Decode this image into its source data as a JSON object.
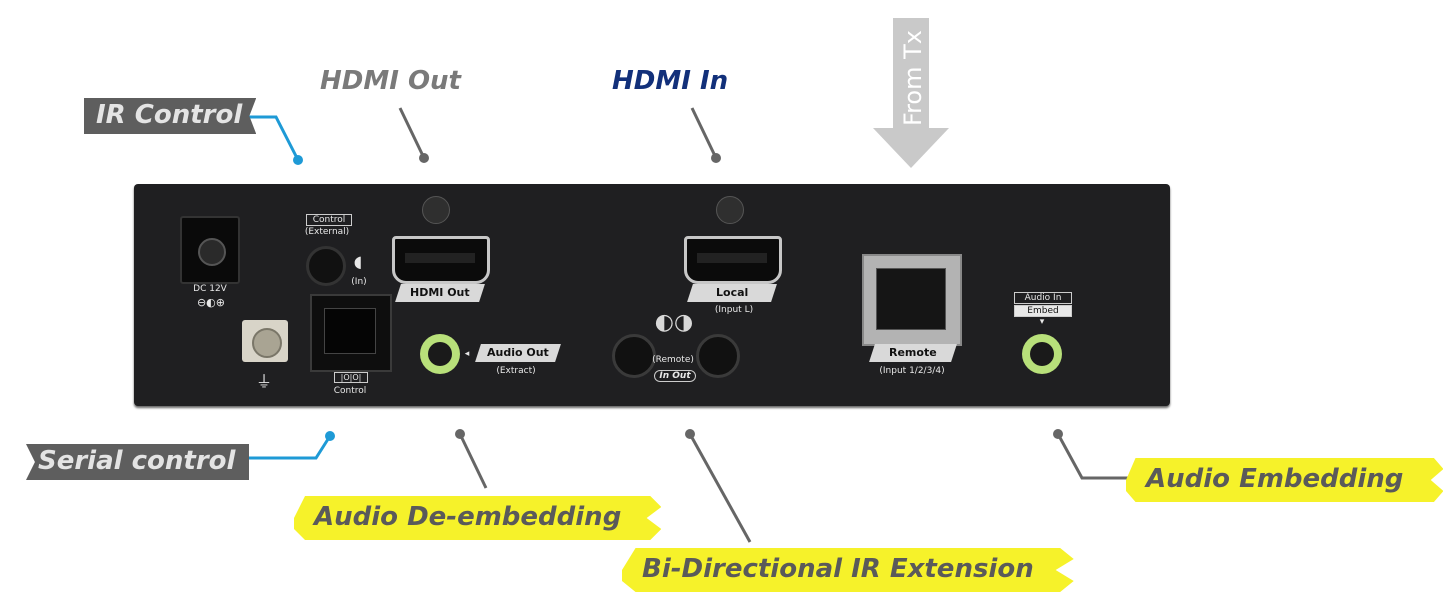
{
  "callouts": {
    "ir_control": "IR Control",
    "hdmi_out": "HDMI Out",
    "hdmi_in": "HDMI In",
    "from_tx": "From Tx",
    "serial_control": "Serial control",
    "audio_deembedding": "Audio De-embedding",
    "bi_directional_ir": "Bi-Directional IR Extension",
    "audio_embedding": "Audio Embedding"
  },
  "panel": {
    "dc_top": "DC 12V",
    "control_line1": "Control",
    "control_line2": "(External)",
    "in_label": "(In)",
    "hdmi_out_label": "HDMI Out",
    "serial_label": "Control",
    "audio_out_label": "Audio Out",
    "audio_out_sub": "(Extract)",
    "local_label": "Local",
    "local_sub": "(Input L)",
    "remote_ir_label": "(Remote)",
    "in_out_label": "In Out",
    "remote_label": "Remote",
    "remote_sub": "(Input 1/2/3/4)",
    "audio_in_label": "Audio In",
    "embed_label": "Embed"
  },
  "colors": {
    "callout_line_blue": "#1e9ad6",
    "callout_line_gray": "#666666",
    "highlight_yellow": "#f6f22a",
    "tag_gray": "#5e5e5e",
    "device_body": "#1f1f21",
    "jack_ring": "#b8e07a"
  }
}
